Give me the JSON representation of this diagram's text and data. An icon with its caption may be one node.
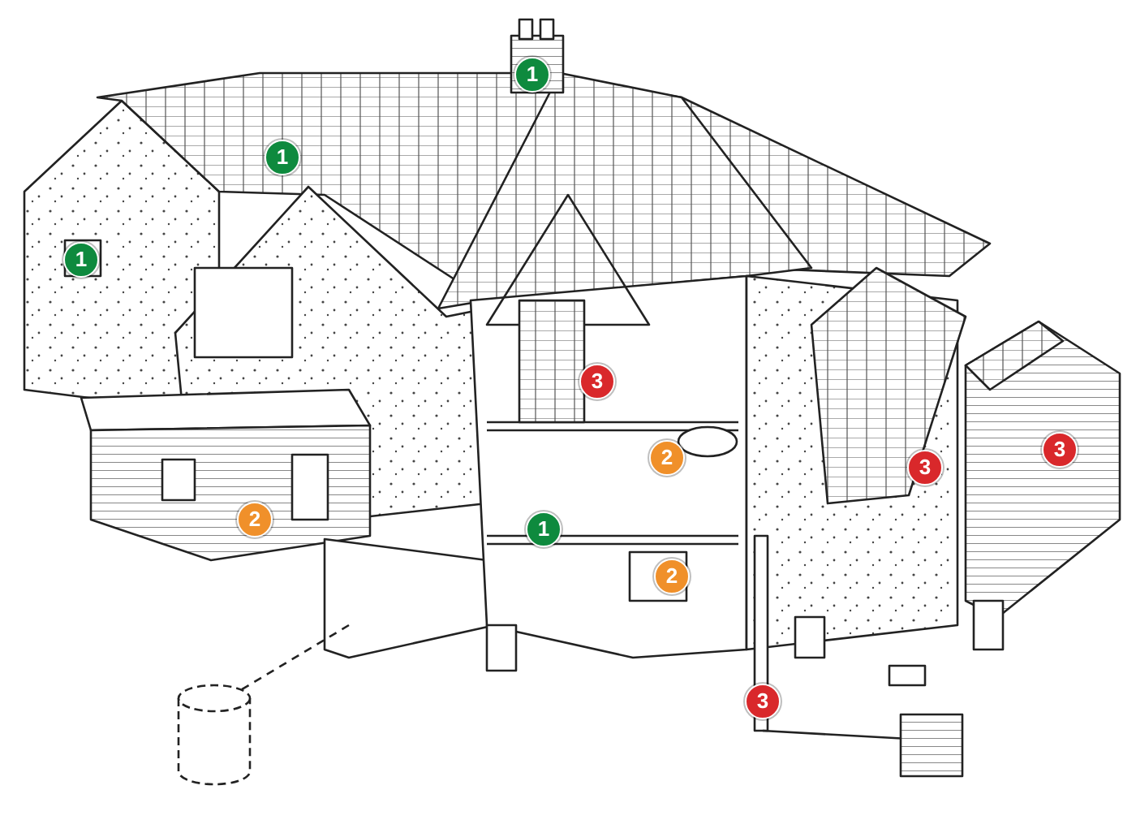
{
  "diagram": {
    "labels": [
      "1",
      "1",
      "1",
      "3",
      "3",
      "2",
      "3",
      "2",
      "1",
      "2",
      "3"
    ]
  }
}
